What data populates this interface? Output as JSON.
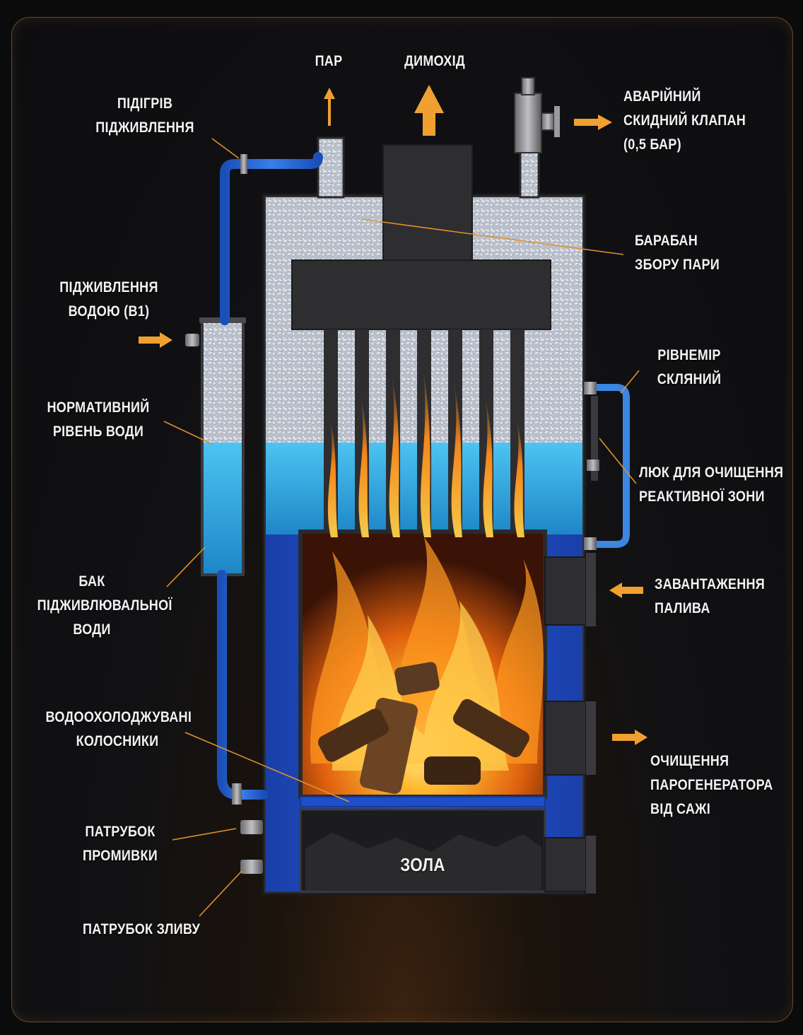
{
  "labels": {
    "steam": "ПАР",
    "chimney": "ДИМОХІД",
    "relief_valve": [
      "АВАРІЙНИЙ",
      "СКИДНИЙ КЛАПАН",
      "(0,5 БАР)"
    ],
    "feed_preheat": [
      "ПІДІГРІВ",
      "ПІДЖИВЛЕННЯ"
    ],
    "steam_drum": [
      "БАРАБАН",
      "ЗБОРУ ПАРИ"
    ],
    "water_feed": [
      "ПІДЖИВЛЕННЯ",
      "ВОДОЮ (В1)"
    ],
    "gauge_glass": [
      "РІВНЕМІР",
      "СКЛЯНИЙ"
    ],
    "normal_level": [
      "НОРМАТИВНИЙ",
      "РІВЕНЬ ВОДИ"
    ],
    "cleaning_hatch": [
      "ЛЮК ДЛЯ ОЧИЩЕННЯ",
      "РЕАКТИВНОЇ ЗОНИ"
    ],
    "feed_tank": [
      "БАК",
      "ПІДЖИВЛЮВАЛЬНОЇ",
      "ВОДИ"
    ],
    "fuel_loading": [
      "ЗАВАНТАЖЕННЯ",
      "ПАЛИВА"
    ],
    "grates": [
      "ВОДООХОЛОДЖУВАНІ",
      "КОЛОСНИКИ"
    ],
    "soot_cleaning": [
      "ОЧИЩЕННЯ",
      "ПАРОГЕНЕРАТОРА",
      "ВІД САЖІ"
    ],
    "flush_pipe": [
      "ПАТРУБОК",
      "ПРОМИВКИ"
    ],
    "ash": "ЗОЛА",
    "drain_pipe": "ПАТРУБОК ЗЛИВУ"
  },
  "colors": {
    "arrow": "#f0a030",
    "water": "#2aa8e0",
    "jacket": "#1e4fc8",
    "steam": "#c9cdd6",
    "metal": "#2e2e30",
    "leader": "#e0902c"
  }
}
